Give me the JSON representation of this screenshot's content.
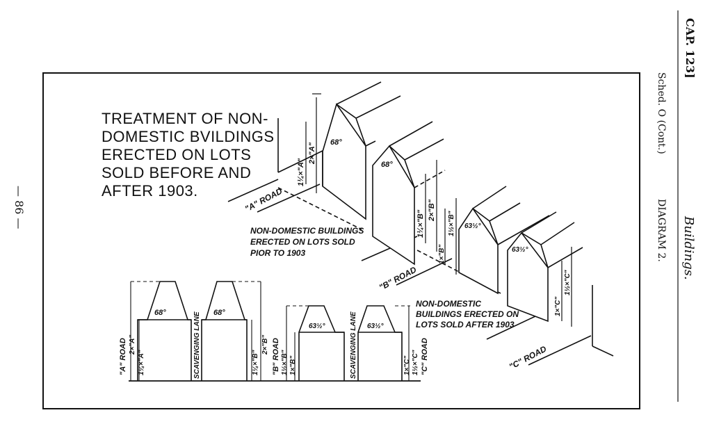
{
  "header": {
    "cap": "CAP. 123]",
    "subject": "Buildings.",
    "schedule": "Sched. O (Cont.)",
    "diagram": "DIAGRAM 2."
  },
  "page_number": "— 86 —",
  "diagram": {
    "title_lines": [
      "TREATMENT OF NON-",
      "DOMESTIC BVILDINGS",
      "ERECTED ON LOTS",
      "SOLD BEFORE AND",
      "AFTER 1903."
    ],
    "roads": {
      "a_road": "\"A\" ROAD",
      "b_road": "\"B\" ROAD",
      "c_road": "\"C\" ROAD"
    },
    "notes": {
      "before_1903": [
        "NON-DOMESTIC BUILDINGS",
        "ERECTED ON LOTS SOLD",
        "PIOR TO 1903"
      ],
      "after_1903": [
        "NON-DOMESTIC",
        "BUILDINGS ERECTED ON",
        "LOTS SOLD AFTER 1903"
      ]
    },
    "angles": {
      "a": "68°",
      "c": "63½°"
    },
    "dimensions": {
      "a_full": "1¼×\"A\"",
      "a_double": "2×\"A\"",
      "b_full": "1¼×\"B\"",
      "b_double": "2×\"B\"",
      "b_one": "1×\"B\"",
      "b_half": "1½×\"B\"",
      "c_one": "1×\"C\"",
      "c_half": "1½×\"C\""
    },
    "scavenging_lane": "SCAVENGING LANE"
  }
}
